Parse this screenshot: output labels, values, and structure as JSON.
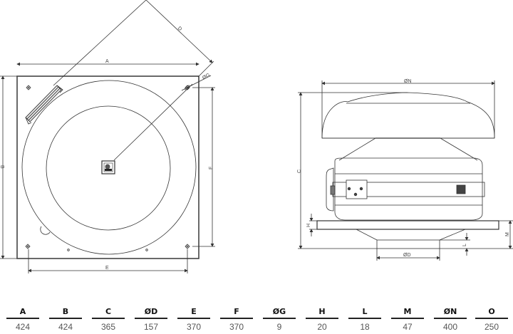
{
  "drawing": {
    "top_view": {
      "labels": {
        "A": "A",
        "B": "B",
        "D_diag": "D",
        "G": "ØG",
        "E": "E",
        "F": "F"
      }
    },
    "side_view": {
      "labels": {
        "N": "ØN",
        "C": "C",
        "H": "H",
        "M": "M",
        "L": "L",
        "D": "ØD"
      }
    }
  },
  "dimension_table": {
    "columns": [
      {
        "key": "A",
        "label": "A",
        "value": "424"
      },
      {
        "key": "B",
        "label": "B",
        "value": "424"
      },
      {
        "key": "C",
        "label": "C",
        "value": "365"
      },
      {
        "key": "D",
        "label": "ØD",
        "value": "157"
      },
      {
        "key": "E",
        "label": "E",
        "value": "370"
      },
      {
        "key": "F",
        "label": "F",
        "value": "370"
      },
      {
        "key": "G",
        "label": "ØG",
        "value": "9"
      },
      {
        "key": "H",
        "label": "H",
        "value": "20"
      },
      {
        "key": "L",
        "label": "L",
        "value": "18"
      },
      {
        "key": "M",
        "label": "M",
        "value": "47"
      },
      {
        "key": "N",
        "label": "ØN",
        "value": "400"
      },
      {
        "key": "O",
        "label": "O",
        "value": "250"
      }
    ]
  }
}
